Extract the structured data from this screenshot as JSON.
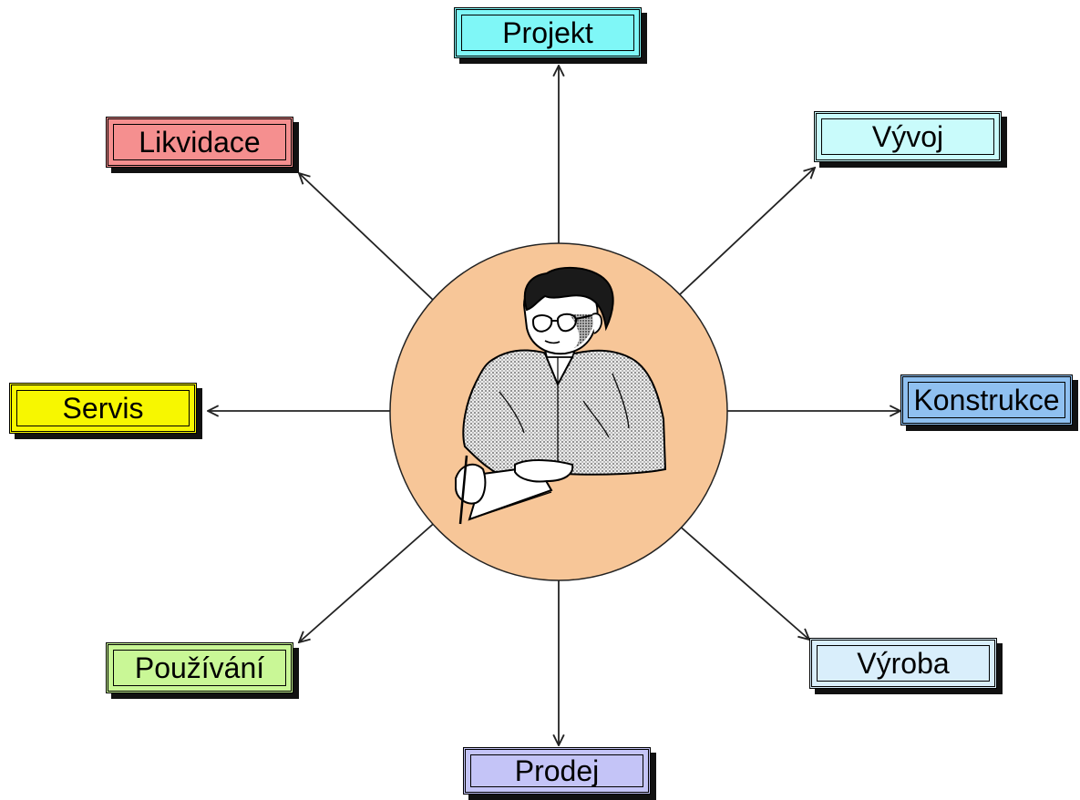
{
  "center": {
    "icon": "engineer-at-desk-icon",
    "fill_color": "#f7c698"
  },
  "stages": [
    {
      "id": "projekt",
      "label": "Projekt",
      "fill_color": "#7ff7f7"
    },
    {
      "id": "vyvoj",
      "label": "Vývoj",
      "fill_color": "#c9fbfb"
    },
    {
      "id": "konstrukce",
      "label": "Konstrukce",
      "fill_color": "#8fc0f0"
    },
    {
      "id": "vyroba",
      "label": "Výroba",
      "fill_color": "#d9eefb"
    },
    {
      "id": "prodej",
      "label": "Prodej",
      "fill_color": "#c4c4f7"
    },
    {
      "id": "pouzivani",
      "label": "Používání",
      "fill_color": "#c9f796"
    },
    {
      "id": "servis",
      "label": "Servis",
      "fill_color": "#f7f700"
    },
    {
      "id": "likvidace",
      "label": "Likvidace",
      "fill_color": "#f58f8f"
    }
  ]
}
